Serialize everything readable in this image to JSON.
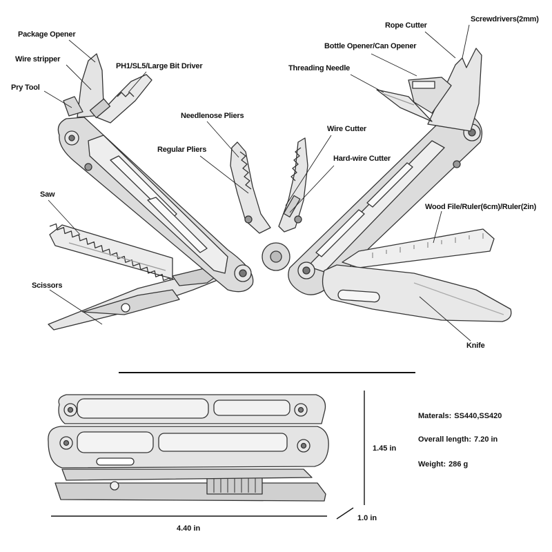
{
  "labels": {
    "package_opener": "Package Opener",
    "wire_stripper": "Wire stripper",
    "pry_tool": "Pry Tool",
    "bit_driver": "PH1/SL5/Large Bit Driver",
    "needlenose_pliers": "Needlenose Pliers",
    "regular_pliers": "Regular Pliers",
    "saw": "Saw",
    "scissors": "Scissors",
    "wire_cutter": "Wire Cutter",
    "hard_wire_cutter": "Hard-wire Cutter",
    "rope_cutter": "Rope Cutter",
    "screwdrivers": "Screwdrivers(2mm)",
    "bottle_opener": "Bottle Opener/Can Opener",
    "threading_needle": "Threading Needle",
    "wood_file": "Wood File/Ruler(6cm)/Ruler(2in)",
    "knife": "Knife"
  },
  "specs": {
    "materials_label": "Materals:",
    "materials_value": "SS440,SS420",
    "length_label": "Overall length:",
    "length_value": "7.20 in",
    "weight_label": "Weight:",
    "weight_value": "286 g"
  },
  "dimensions": {
    "width": "4.40 in",
    "height": "1.45 in",
    "depth": "1.0 in"
  },
  "colors": {
    "line": "#333333",
    "metal": "#d9d9d9",
    "metal_dark": "#9a9a9a"
  }
}
